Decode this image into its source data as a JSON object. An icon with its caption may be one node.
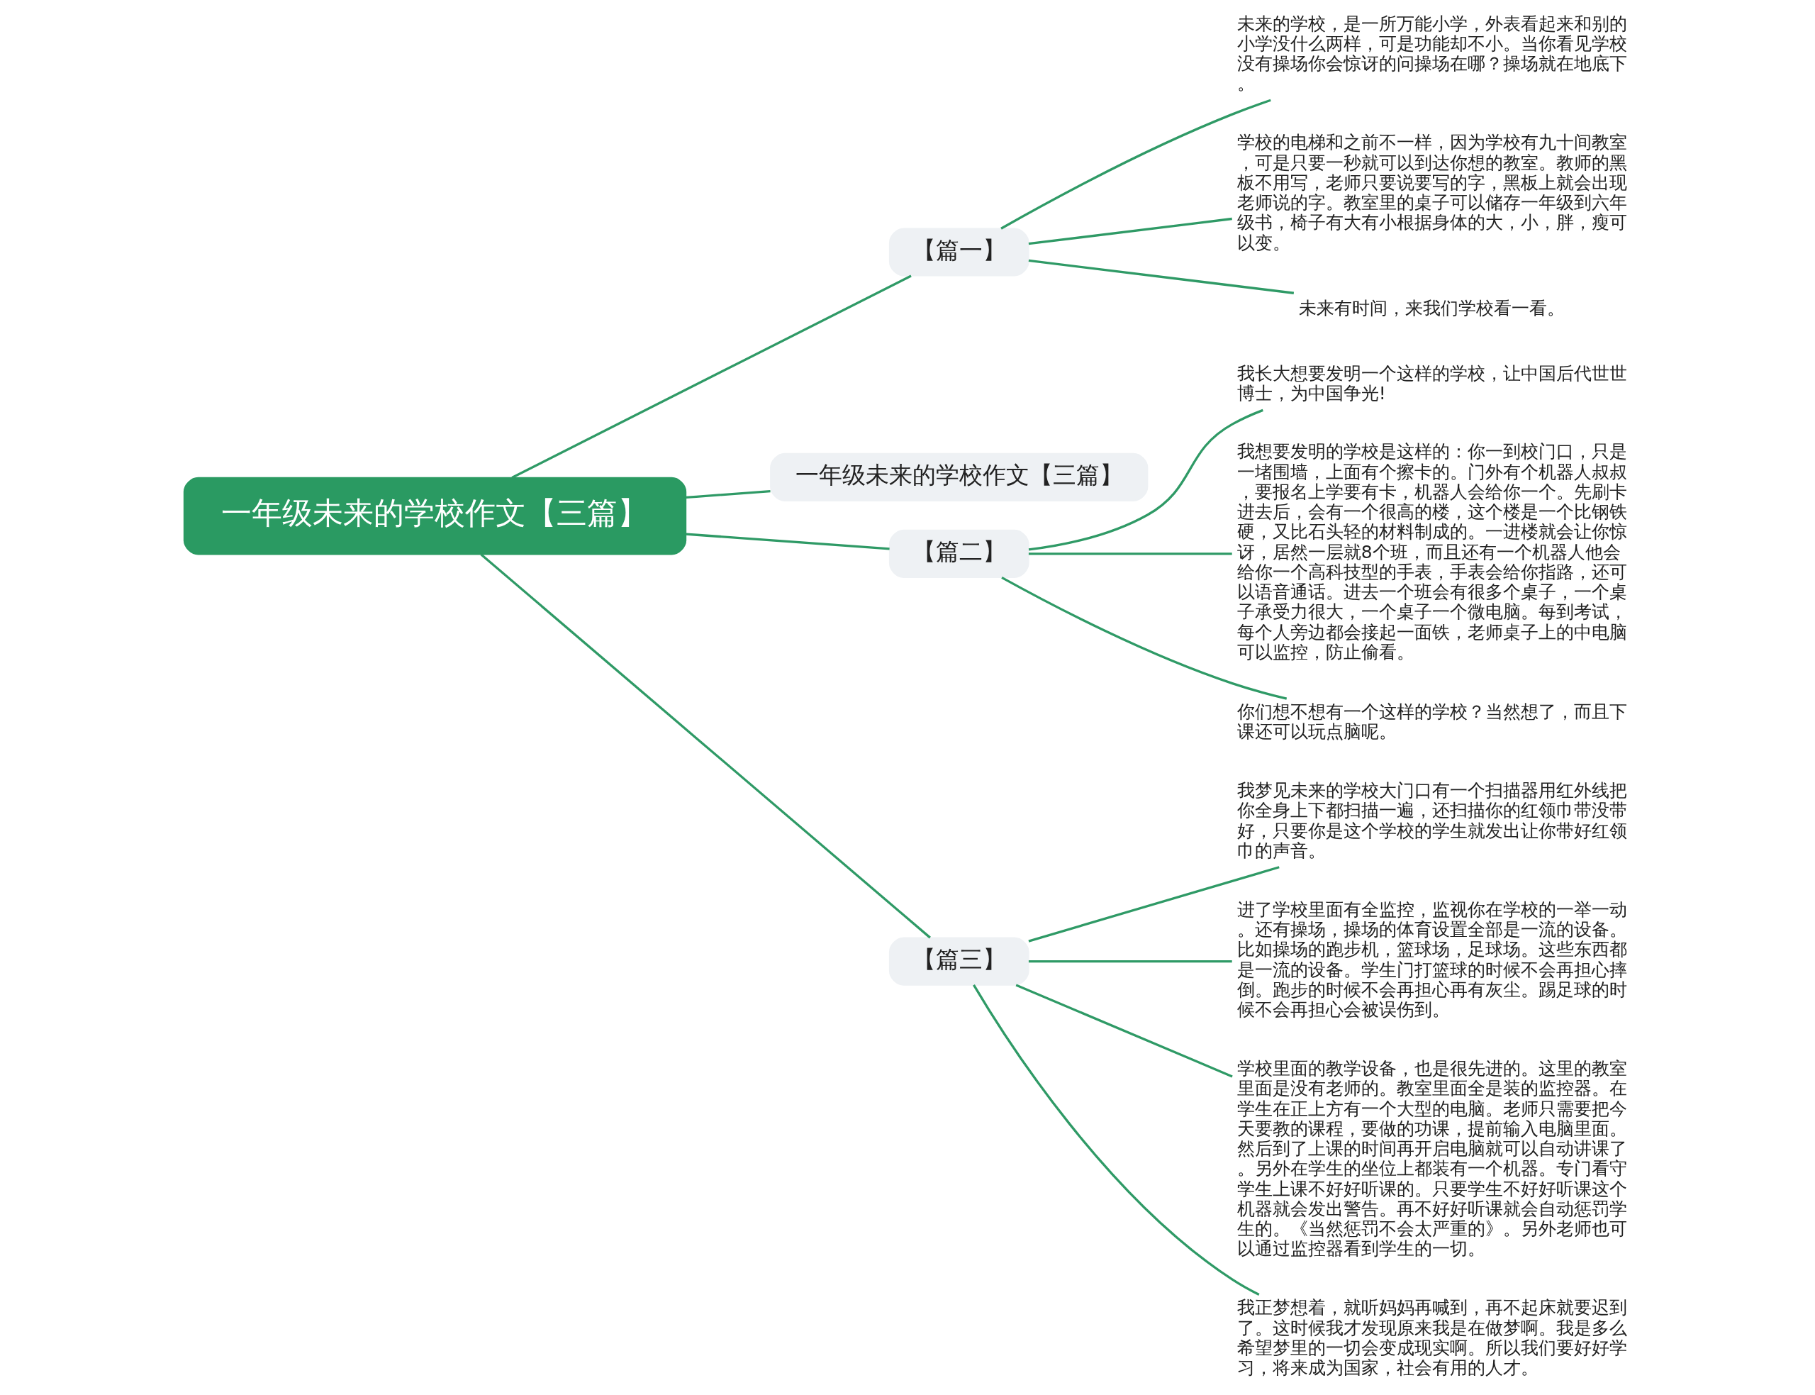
{
  "diagram": {
    "nodes": [
      {
        "text": [
          "一年级未来的学校作文【三篇】"
        ]
      },
      {
        "text": [
          "【篇一】"
        ]
      },
      {
        "text": [
          "未来的学校，是一所万能小学，外表看起来和别的小学没什么两样，可是功能却不小。当你看见学校没有操场你会惊讶的问操场在哪？操场就在地底下。"
        ]
      },
      {
        "text": [
          "学校的电梯和之前不一样，因为学校有九十间教室，可是只要一秒就可以到达你想的教室。教师的黑板不用写，老师只要说要写的字，黑板上就会出现老师说的字。教室里的桌子可以储存一年级到六年级书，椅子有大有小根据身体的大，小，胖，瘦可以变。"
        ]
      },
      {
        "text": [
          "未来有时间，来我们学校看一看。"
        ]
      },
      {
        "text": [
          "一年级未来的学校作文【三篇】"
        ]
      },
      {
        "text": [
          "【篇二】"
        ]
      },
      {
        "text": [
          "我长大想要发明一个这样的学校，让中国后代世世博士，为中国争光!"
        ]
      },
      {
        "text": [
          "我想要发明的学校是这样的：你一到校门口，只是一堵围墙，上面有个擦卡的。门外有个机器人叔叔，要报名上学要有卡，机器人会给你一个。先刷卡进去后，会有一个很高的楼，这个楼是一个比钢铁硬，又比石头轻的材料制成的。一进楼就会让你惊讶，居然一层就8个班，而且还有一个机器人他会给你一个高科技型的手表，手表会给你指路，还可以语音通话。进去一个班会有很多个桌子，一个桌子承受力很大，一个桌子一个微电脑。每到考试，每个人旁边都会接起一面铁，老师桌子上的中电脑可以监控，防止偷看。"
        ]
      },
      {
        "text": [
          "你们想不想有一个这样的学校？当然想了，而且下课还可以玩点脑呢。"
        ]
      },
      {
        "text": [
          "【篇三】"
        ]
      },
      {
        "text": [
          "我梦见未来的学校大门口有一个扫描器用红外线把你全身上下都扫描一遍，还扫描你的红领巾带没带好，只要你是这个学校的学生就发出让你带好红领巾的声音。"
        ]
      },
      {
        "text": [
          "进了学校里面有全监控，监视你在学校的一举一动。还有操场，操场的体育设置全部是一流的设备。比如操场的跑步机，篮球场，足球场。这些东西都是一流的设备。学生门打篮球的时候不会再担心摔倒。跑步的时候不会再担心再有灰尘。踢足球的时候不会再担心会被误伤到。"
        ]
      },
      {
        "text": [
          "学校里面的教学设备，也是很先进的。这里的教室里面是没有老师的。教室里面全是装的监控器。在学生在正上方有一个大型的电脑。老师只需要把今天要教的课程，要做的功课，提前输入电脑里面。然后到了上课的时间再开启电脑就可以自动讲课了。另外在学生的坐位上都装有一个机器。专门看守学生上课不好好听课的。只要学生不好好听课这个机器就会发出警告。再不好好听课就会自动惩罚学生的。《当然惩罚不会太严重的》。另外老师也可以通过监控器看到学生的一切。"
        ]
      },
      {
        "text": [
          "我正梦想着，就听妈妈再喊到，再不起床就要迟到了。这时候我才发现原来我是在做梦啊。我是多么希望梦里的一切会变成现实啊。所以我们要好好学习，将来成为国家，社会有用的人才。"
        ]
      }
    ],
    "edges": [
      {
        "from": 0,
        "to": 1,
        "arrow": "none"
      },
      {
        "from": 1,
        "to": 2,
        "arrow": "none"
      },
      {
        "from": 1,
        "to": 3,
        "arrow": "none"
      },
      {
        "from": 1,
        "to": 4,
        "arrow": "none"
      },
      {
        "from": 0,
        "to": 5,
        "arrow": "none"
      },
      {
        "from": 0,
        "to": 6,
        "arrow": "none"
      },
      {
        "from": 6,
        "to": 7,
        "arrow": "none"
      },
      {
        "from": 6,
        "to": 8,
        "arrow": "none"
      },
      {
        "from": 6,
        "to": 9,
        "arrow": "none"
      },
      {
        "from": 0,
        "to": 10,
        "arrow": "none"
      },
      {
        "from": 10,
        "to": 11,
        "arrow": "none"
      },
      {
        "from": 10,
        "to": 12,
        "arrow": "none"
      },
      {
        "from": 10,
        "to": 13,
        "arrow": "none"
      },
      {
        "from": 10,
        "to": 14,
        "arrow": "none"
      }
    ]
  }
}
